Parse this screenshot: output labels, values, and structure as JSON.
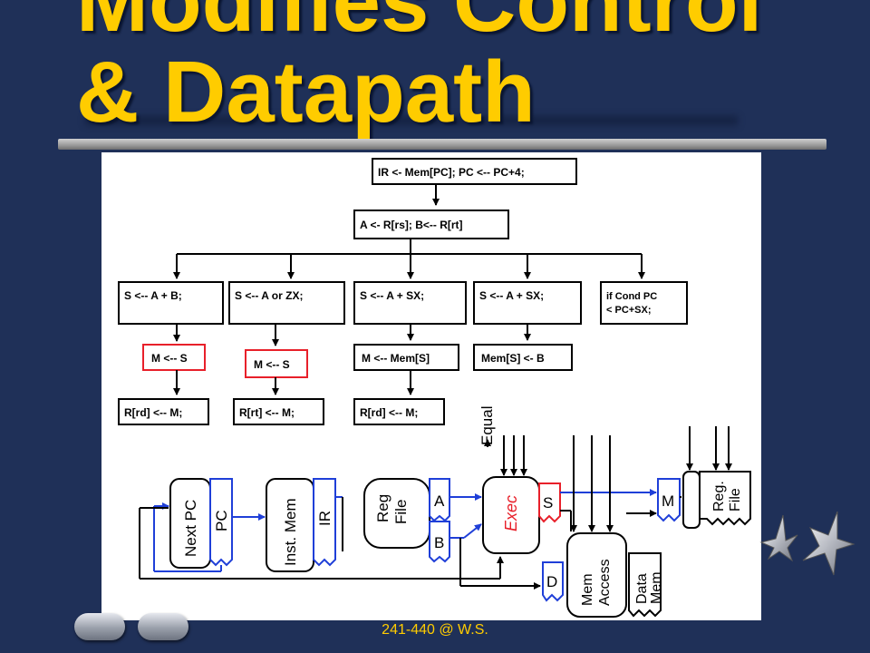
{
  "slide": {
    "title_line1": "Modifies Control",
    "title_line2": "& Datapath",
    "footer": "241-440 @ W.S."
  },
  "state_diagram": {
    "fetch": "IR <- Mem[PC]; PC <-- PC+4;",
    "decode": "A <- R[rs]; B<-- R[rt]",
    "branches": [
      {
        "execute": "S <-- A + B;",
        "memory": "M <-- S",
        "writeback": "R[rd] <-- M;"
      },
      {
        "execute": "S <-- A or ZX;",
        "memory": "M <-- S",
        "writeback": "R[rt] <-- M;"
      },
      {
        "execute": "S <-- A + SX;",
        "memory": "M <-- Mem[S]",
        "writeback": "R[rd] <-- M;"
      },
      {
        "execute": "S <-- A + SX;",
        "memory": "Mem[S] <- B"
      },
      {
        "execute_line1": "if Cond PC",
        "execute_line2": "< PC+SX;"
      }
    ],
    "highlight_color": "#e8202a"
  },
  "datapath": {
    "next_pc": "Next PC",
    "pc": "PC",
    "inst_mem": "Inst. Mem",
    "ir": "IR",
    "reg_file_line1": "Reg",
    "reg_file_line2": "File",
    "a": "A",
    "b": "B",
    "equal": "Equal",
    "exec": "Exec",
    "s": "S",
    "d": "D",
    "mem_access_line1": "Mem",
    "mem_access_line2": "Access",
    "data_mem_line1": "Data",
    "data_mem_line2": "Mem",
    "m": "M",
    "reg_file2_line1": "Reg.",
    "reg_file2_line2": "File",
    "register_color": "#1f3fd8"
  }
}
